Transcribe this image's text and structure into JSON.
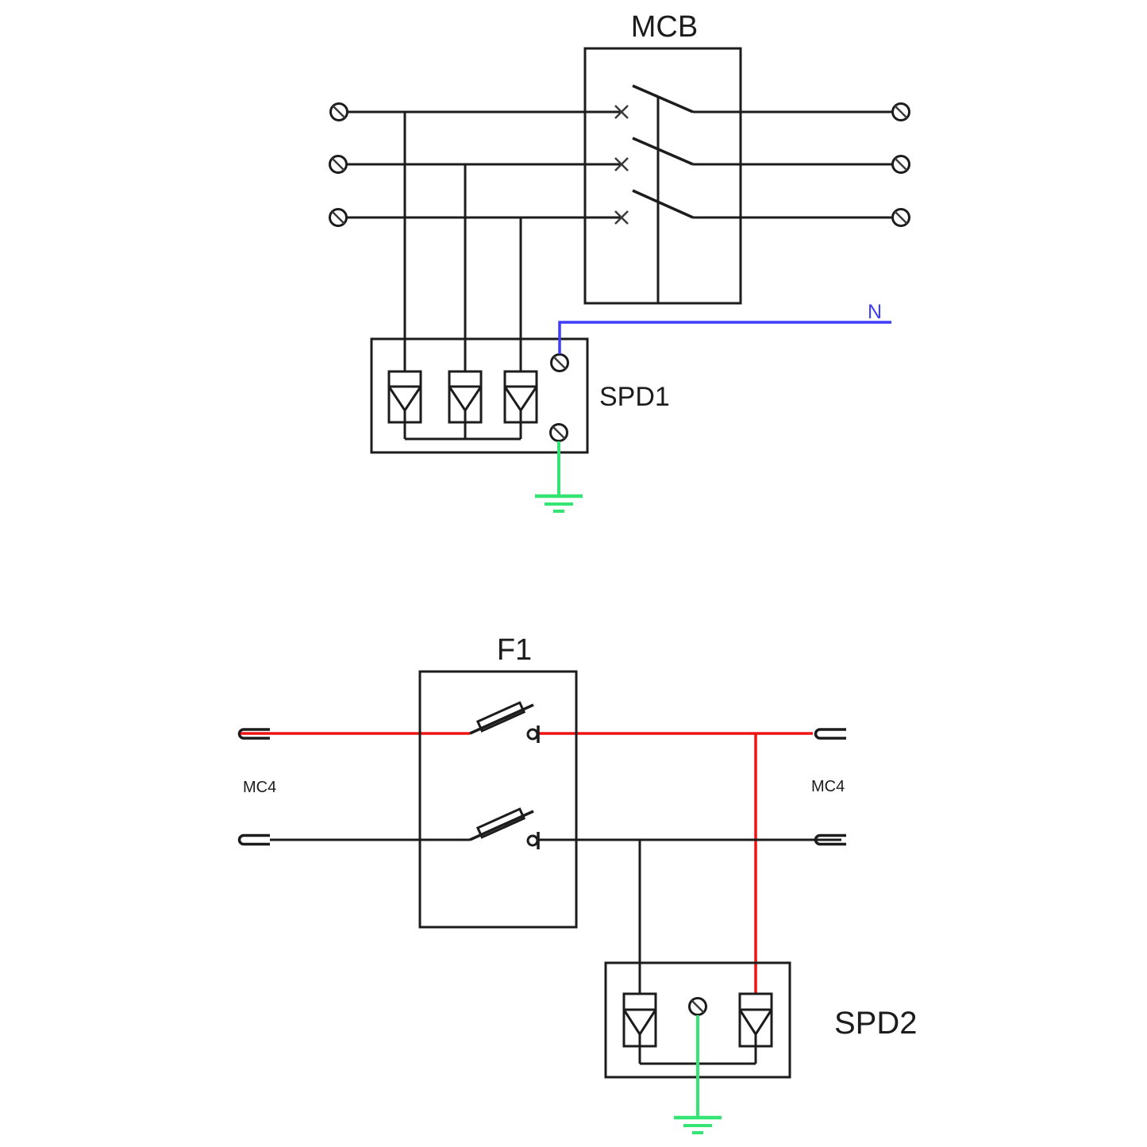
{
  "components": {
    "mcb": {
      "label": "MCB"
    },
    "spd1": {
      "label": "SPD1"
    },
    "f1": {
      "label": "F1"
    },
    "spd2": {
      "label": "SPD2"
    },
    "mc4_left": {
      "label": "MC4"
    },
    "mc4_right": {
      "label": "MC4"
    },
    "neutral": {
      "label": "N"
    }
  },
  "icons": {
    "screw_terminal": "circle-with-slash",
    "earth_ground": "three-bar-ground",
    "surge_arrester": "box-with-down-arrow",
    "fuse_disconnector": "tilted-fuse-blade"
  },
  "colors": {
    "wire": "#1c1c1c",
    "neutral": "#3d3dfb",
    "dc_positive": "#ee1414",
    "earth": "#35e573",
    "background": "#ffffff"
  }
}
